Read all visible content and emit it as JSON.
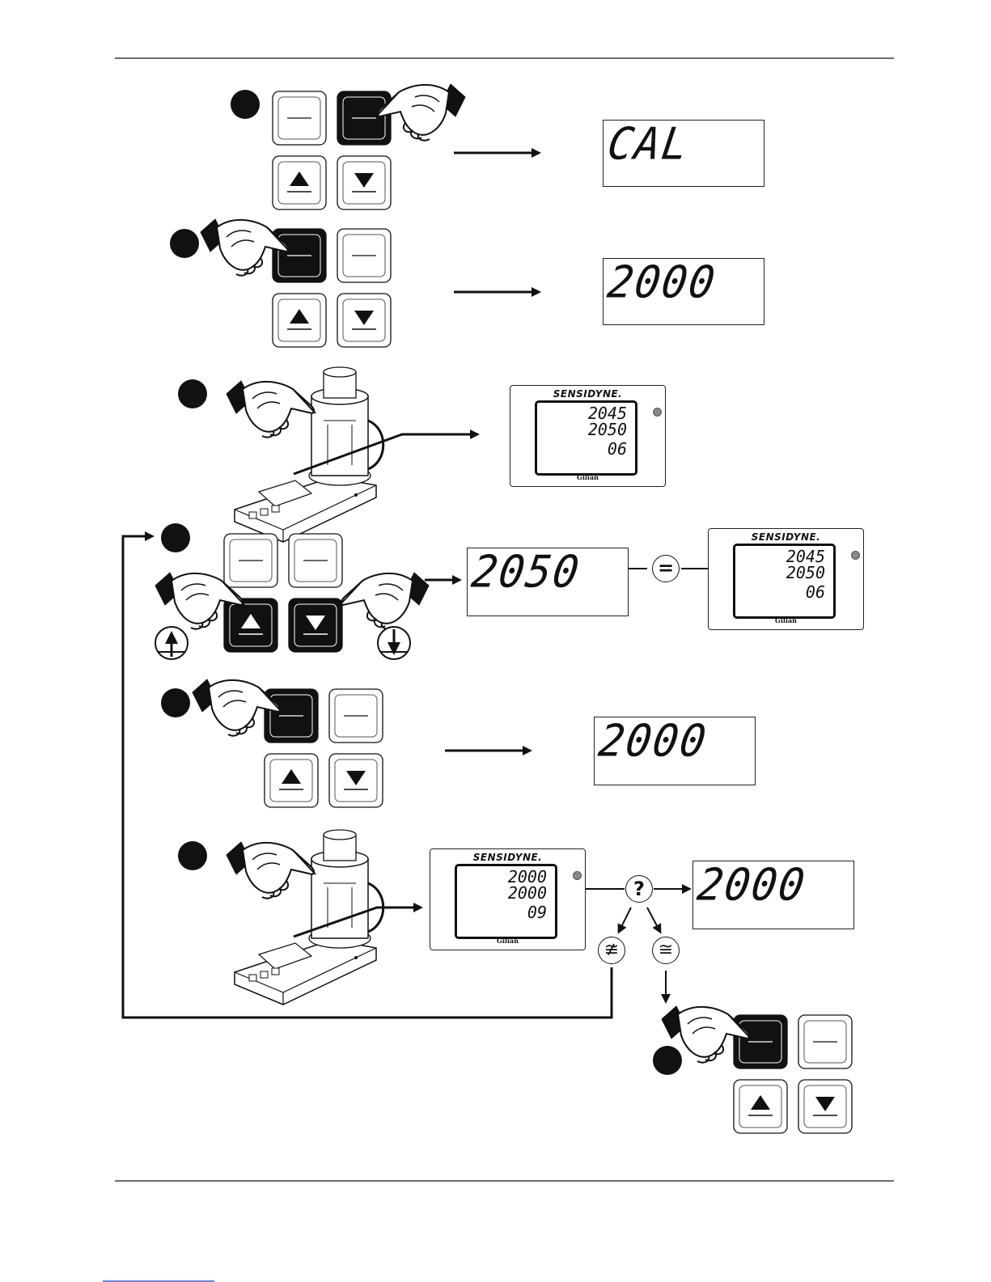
{
  "steps": [
    {
      "display": "CAL"
    },
    {
      "display": "2000"
    },
    {
      "calibrator": {
        "brand": "SENSIDYNE.",
        "lines": [
          "2045",
          "2050",
          "06"
        ],
        "footer": "Gilian"
      }
    },
    {
      "display": "2050",
      "compare_symbol": "=",
      "calibrator": {
        "brand": "SENSIDYNE.",
        "lines": [
          "2045",
          "2050",
          "06"
        ],
        "footer": "Gilian"
      }
    },
    {
      "display": "2000"
    },
    {
      "display": "2000",
      "decision_symbol": "?",
      "not_equal_symbol": "≇",
      "equal_symbol": "≅",
      "calibrator": {
        "brand": "SENSIDYNE.",
        "lines": [
          "2000",
          "2000",
          "09"
        ],
        "footer": "Gilian"
      }
    }
  ]
}
